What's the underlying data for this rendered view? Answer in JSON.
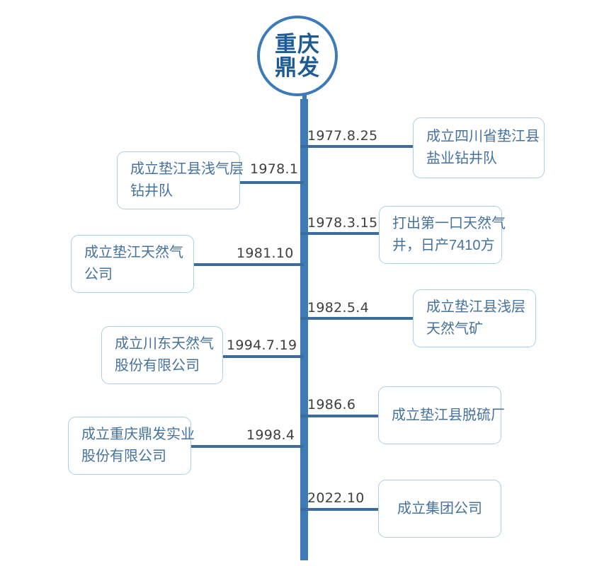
{
  "logo": {
    "name": "company-logo",
    "line1": "重庆",
    "line2": "鼎发"
  },
  "timeline": {
    "events": [
      {
        "date": "1977.8.25",
        "side": "right",
        "lines": [
          "成立四川省垫江县",
          "盐业钻井队"
        ]
      },
      {
        "date": "1978.1",
        "side": "left",
        "lines": [
          "成立垫江县浅气层",
          "钻井队"
        ]
      },
      {
        "date": "1978.3.15",
        "side": "right",
        "lines": [
          "打出第一口天然气",
          "井，日产7410方"
        ]
      },
      {
        "date": "1981.10",
        "side": "left",
        "lines": [
          "成立垫江天然气",
          "公司"
        ]
      },
      {
        "date": "1982.5.4",
        "side": "right",
        "lines": [
          "成立垫江县浅层",
          "天然气矿"
        ]
      },
      {
        "date": "1994.7.19",
        "side": "left",
        "lines": [
          "成立川东天然气",
          "股份有限公司"
        ]
      },
      {
        "date": "1986.6",
        "side": "right",
        "lines": [
          "成立垫江县脱硫厂"
        ]
      },
      {
        "date": "1998.4",
        "side": "left",
        "lines": [
          "成立重庆鼎发实业",
          "股份有限公司"
        ]
      },
      {
        "date": "2022.10",
        "side": "right",
        "lines": [
          "成立集团公司"
        ]
      }
    ]
  },
  "colors": {
    "spine": "#3d7ab8",
    "connector": "#3a6d9e",
    "box_border": "#a9cfe9",
    "box_text": "#46729e",
    "date_text": "#3f3f3f",
    "logo_text": "#1f5b93",
    "background": "#ffffff"
  }
}
